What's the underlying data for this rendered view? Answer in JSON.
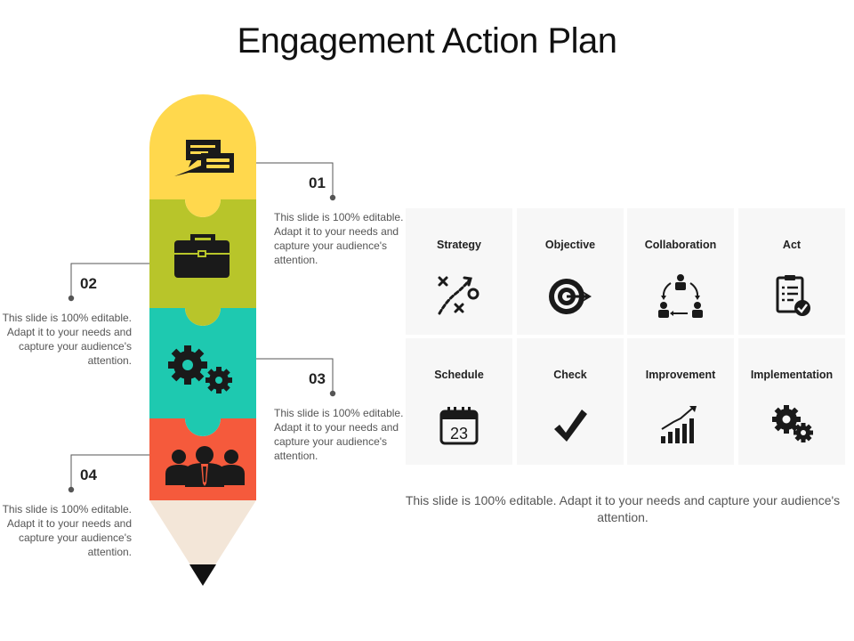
{
  "title": "Engagement Action Plan",
  "steps": [
    {
      "num": "01",
      "text": "This slide is 100% editable. Adapt it to your needs and capture your audience's attention.",
      "color": "#ffd84d",
      "icon": "chat-bubbles-icon"
    },
    {
      "num": "02",
      "text": "This slide is 100% editable. Adapt it to your needs and capture your audience's attention.",
      "color": "#b8c52a",
      "icon": "briefcase-icon"
    },
    {
      "num": "03",
      "text": "This slide is 100% editable. Adapt it to your needs and capture your audience's attention.",
      "color": "#1ec9b0",
      "icon": "gears-icon"
    },
    {
      "num": "04",
      "text": "This slide is 100% editable. Adapt it to your needs and capture your audience's attention.",
      "color": "#f55a3c",
      "icon": "team-icon"
    }
  ],
  "grid": [
    {
      "label": "Strategy",
      "icon": "strategy-icon"
    },
    {
      "label": "Objective",
      "icon": "target-icon"
    },
    {
      "label": "Collaboration",
      "icon": "collaboration-icon"
    },
    {
      "label": "Act",
      "icon": "checklist-icon"
    },
    {
      "label": "Schedule",
      "icon": "calendar-icon",
      "calendar_day": "23"
    },
    {
      "label": "Check",
      "icon": "checkmark-icon"
    },
    {
      "label": "Improvement",
      "icon": "growth-chart-icon"
    },
    {
      "label": "Implementation",
      "icon": "gears-icon"
    }
  ],
  "footer_text": "This slide is 100% editable. Adapt it to your needs and capture your audience's attention.",
  "colors": {
    "pencil_wood": "#f3e6d8",
    "pencil_tip": "#111111",
    "card_bg": "#f7f7f7",
    "icon": "#1a1a1a"
  }
}
